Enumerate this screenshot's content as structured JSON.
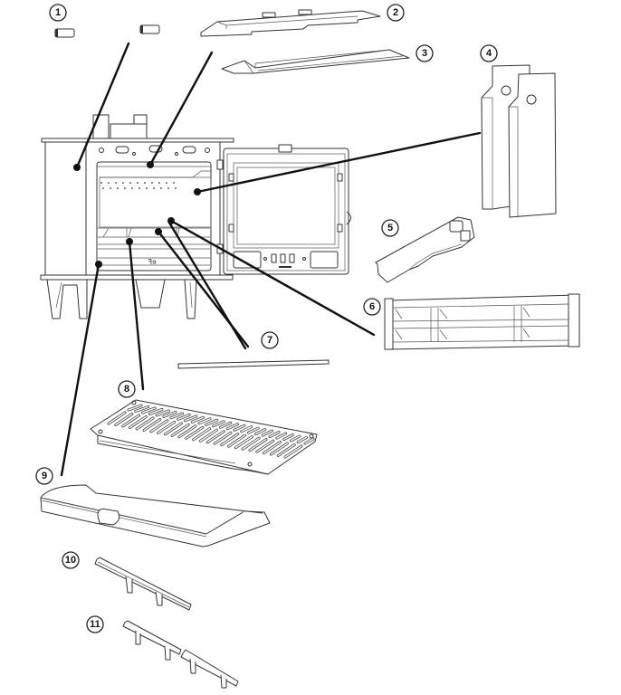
{
  "diagram": {
    "type": "exploded-parts-diagram",
    "callouts": [
      {
        "label": "1"
      },
      {
        "label": "2"
      },
      {
        "label": "3"
      },
      {
        "label": "4"
      },
      {
        "label": "5"
      },
      {
        "label": "6"
      },
      {
        "label": "7"
      },
      {
        "label": "8"
      },
      {
        "label": "9"
      },
      {
        "label": "10"
      },
      {
        "label": "11"
      }
    ],
    "colors": {
      "line": "#333333",
      "leader": "#111111",
      "background": "#ffffff"
    }
  }
}
